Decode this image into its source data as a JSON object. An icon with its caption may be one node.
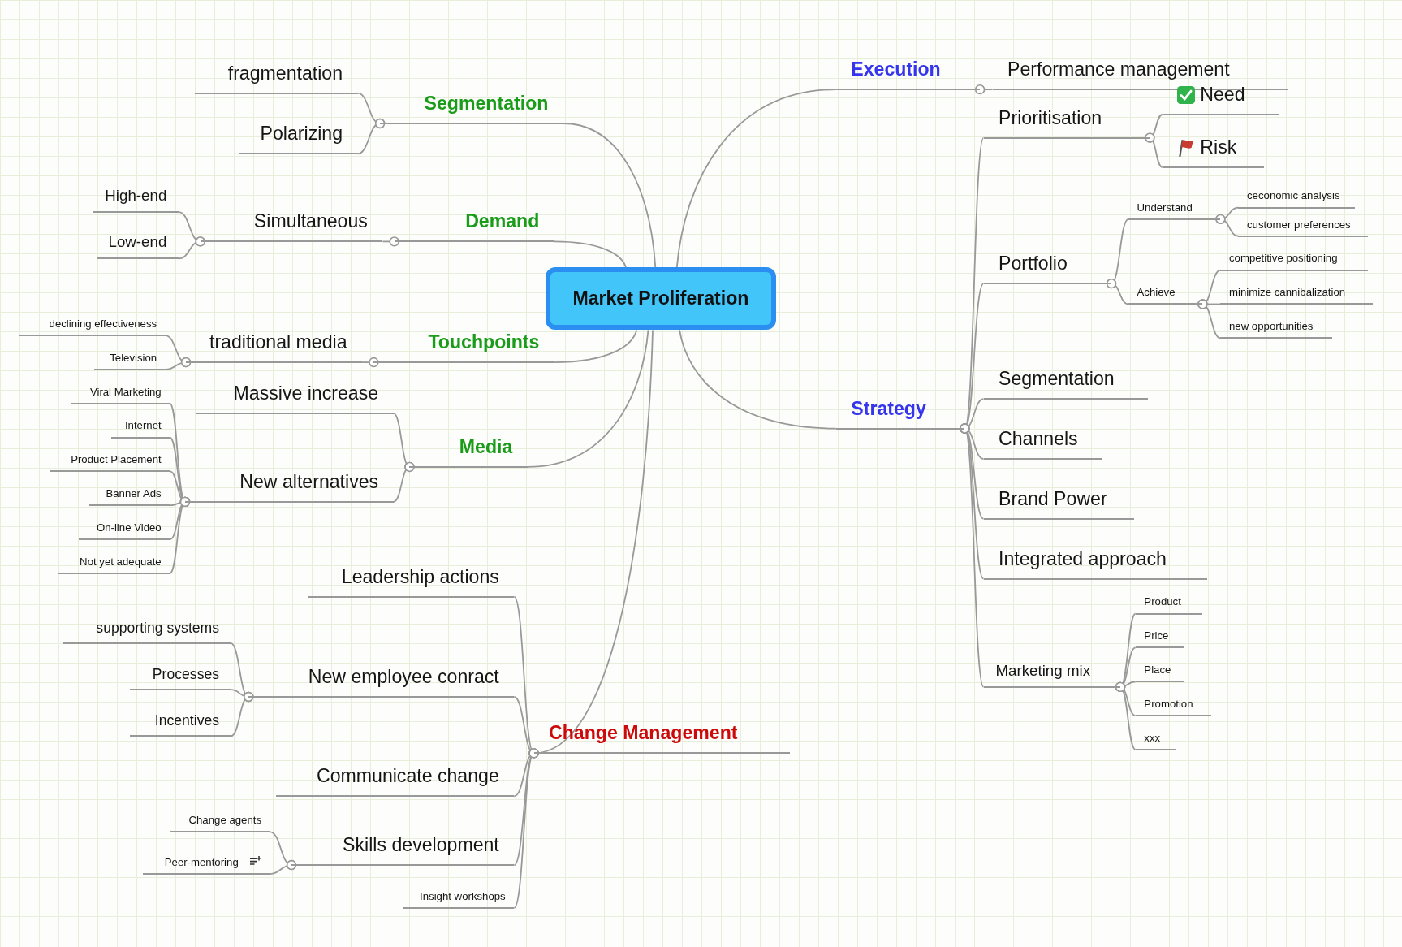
{
  "diagram": {
    "nodes": [
      {
        "text": [
          "Market Proliferation"
        ]
      },
      {
        "text": [
          "Segmentation"
        ]
      },
      {
        "text": [
          "fragmentation"
        ]
      },
      {
        "text": [
          "Polarizing"
        ]
      },
      {
        "text": [
          "Demand"
        ]
      },
      {
        "text": [
          "Simultaneous"
        ]
      },
      {
        "text": [
          "High-end"
        ]
      },
      {
        "text": [
          "Low-end"
        ]
      },
      {
        "text": [
          "Touchpoints"
        ]
      },
      {
        "text": [
          "traditional media"
        ]
      },
      {
        "text": [
          "declining effectiveness"
        ]
      },
      {
        "text": [
          "Television"
        ]
      },
      {
        "text": [
          "Media"
        ]
      },
      {
        "text": [
          "Massive increase"
        ]
      },
      {
        "text": [
          "New alternatives"
        ]
      },
      {
        "text": [
          "Viral Marketing"
        ]
      },
      {
        "text": [
          "Internet"
        ]
      },
      {
        "text": [
          "Product Placement"
        ]
      },
      {
        "text": [
          "Banner Ads"
        ]
      },
      {
        "text": [
          "On-line Video"
        ]
      },
      {
        "text": [
          "Not yet adequate"
        ]
      },
      {
        "text": [
          "Change Management"
        ]
      },
      {
        "text": [
          "Leadership actions"
        ]
      },
      {
        "text": [
          "New employee conract"
        ]
      },
      {
        "text": [
          "supporting systems"
        ]
      },
      {
        "text": [
          "Processes"
        ]
      },
      {
        "text": [
          "Incentives"
        ]
      },
      {
        "text": [
          "Communicate change"
        ]
      },
      {
        "text": [
          "Skills development"
        ]
      },
      {
        "text": [
          "Change agents"
        ]
      },
      {
        "text": [
          "Peer-mentoring"
        ]
      },
      {
        "text": [
          "Insight workshops"
        ]
      },
      {
        "text": [
          "Execution"
        ]
      },
      {
        "text": [
          "Performance management"
        ]
      },
      {
        "text": [
          "Strategy"
        ]
      },
      {
        "text": [
          "Prioritisation"
        ]
      },
      {
        "text": [
          "Need"
        ]
      },
      {
        "text": [
          "Risk"
        ]
      },
      {
        "text": [
          "Portfolio"
        ]
      },
      {
        "text": [
          "Understand"
        ]
      },
      {
        "text": [
          "ceconomic analysis"
        ]
      },
      {
        "text": [
          "customer preferences"
        ]
      },
      {
        "text": [
          "Achieve"
        ]
      },
      {
        "text": [
          "competitive positioning"
        ]
      },
      {
        "text": [
          "minimize cannibalization"
        ]
      },
      {
        "text": [
          "new opportunities"
        ]
      },
      {
        "text": [
          "Segmentation"
        ]
      },
      {
        "text": [
          "Channels"
        ]
      },
      {
        "text": [
          "Brand Power"
        ]
      },
      {
        "text": [
          "Integrated approach"
        ]
      },
      {
        "text": [
          "Marketing mix"
        ]
      },
      {
        "text": [
          "Product"
        ]
      },
      {
        "text": [
          "Price"
        ]
      },
      {
        "text": [
          "Place"
        ]
      },
      {
        "text": [
          "Promotion"
        ]
      },
      {
        "text": [
          "xxx"
        ]
      }
    ],
    "edges": [
      {
        "from": 0,
        "to": 1,
        "arrow": "none"
      },
      {
        "from": 1,
        "to": 2,
        "arrow": "other"
      },
      {
        "from": 1,
        "to": 3,
        "arrow": "other"
      },
      {
        "from": 0,
        "to": 4,
        "arrow": "none"
      },
      {
        "from": 4,
        "to": 5,
        "arrow": "other"
      },
      {
        "from": 5,
        "to": 6,
        "arrow": "other"
      },
      {
        "from": 5,
        "to": 7,
        "arrow": "other"
      },
      {
        "from": 0,
        "to": 8,
        "arrow": "none"
      },
      {
        "from": 8,
        "to": 9,
        "arrow": "other"
      },
      {
        "from": 9,
        "to": 10,
        "arrow": "other"
      },
      {
        "from": 9,
        "to": 11,
        "arrow": "other"
      },
      {
        "from": 0,
        "to": 12,
        "arrow": "none"
      },
      {
        "from": 12,
        "to": 13,
        "arrow": "other"
      },
      {
        "from": 12,
        "to": 14,
        "arrow": "other"
      },
      {
        "from": 14,
        "to": 15,
        "arrow": "other"
      },
      {
        "from": 14,
        "to": 16,
        "arrow": "other"
      },
      {
        "from": 14,
        "to": 17,
        "arrow": "other"
      },
      {
        "from": 14,
        "to": 18,
        "arrow": "other"
      },
      {
        "from": 14,
        "to": 19,
        "arrow": "other"
      },
      {
        "from": 14,
        "to": 20,
        "arrow": "other"
      },
      {
        "from": 0,
        "to": 21,
        "arrow": "none"
      },
      {
        "from": 21,
        "to": 22,
        "arrow": "other"
      },
      {
        "from": 21,
        "to": 23,
        "arrow": "other"
      },
      {
        "from": 23,
        "to": 24,
        "arrow": "other"
      },
      {
        "from": 23,
        "to": 25,
        "arrow": "other"
      },
      {
        "from": 23,
        "to": 26,
        "arrow": "other"
      },
      {
        "from": 21,
        "to": 27,
        "arrow": "other"
      },
      {
        "from": 21,
        "to": 28,
        "arrow": "other"
      },
      {
        "from": 28,
        "to": 29,
        "arrow": "other"
      },
      {
        "from": 28,
        "to": 30,
        "arrow": "other"
      },
      {
        "from": 21,
        "to": 31,
        "arrow": "other"
      },
      {
        "from": 0,
        "to": 32,
        "arrow": "none"
      },
      {
        "from": 32,
        "to": 33,
        "arrow": "other"
      },
      {
        "from": 0,
        "to": 34,
        "arrow": "none"
      },
      {
        "from": 34,
        "to": 35,
        "arrow": "other"
      },
      {
        "from": 35,
        "to": 36,
        "arrow": "other"
      },
      {
        "from": 35,
        "to": 37,
        "arrow": "other"
      },
      {
        "from": 34,
        "to": 38,
        "arrow": "other"
      },
      {
        "from": 38,
        "to": 39,
        "arrow": "other"
      },
      {
        "from": 39,
        "to": 40,
        "arrow": "other"
      },
      {
        "from": 39,
        "to": 41,
        "arrow": "other"
      },
      {
        "from": 38,
        "to": 42,
        "arrow": "other"
      },
      {
        "from": 42,
        "to": 43,
        "arrow": "other"
      },
      {
        "from": 42,
        "to": 44,
        "arrow": "other"
      },
      {
        "from": 42,
        "to": 45,
        "arrow": "other"
      },
      {
        "from": 34,
        "to": 46,
        "arrow": "other"
      },
      {
        "from": 34,
        "to": 47,
        "arrow": "other"
      },
      {
        "from": 34,
        "to": 48,
        "arrow": "other"
      },
      {
        "from": 34,
        "to": 49,
        "arrow": "other"
      },
      {
        "from": 34,
        "to": 50,
        "arrow": "other"
      },
      {
        "from": 50,
        "to": 51,
        "arrow": "other"
      },
      {
        "from": 50,
        "to": 52,
        "arrow": "other"
      },
      {
        "from": 50,
        "to": 53,
        "arrow": "other"
      },
      {
        "from": 50,
        "to": 54,
        "arrow": "other"
      },
      {
        "from": 50,
        "to": 55,
        "arrow": "other"
      }
    ]
  }
}
